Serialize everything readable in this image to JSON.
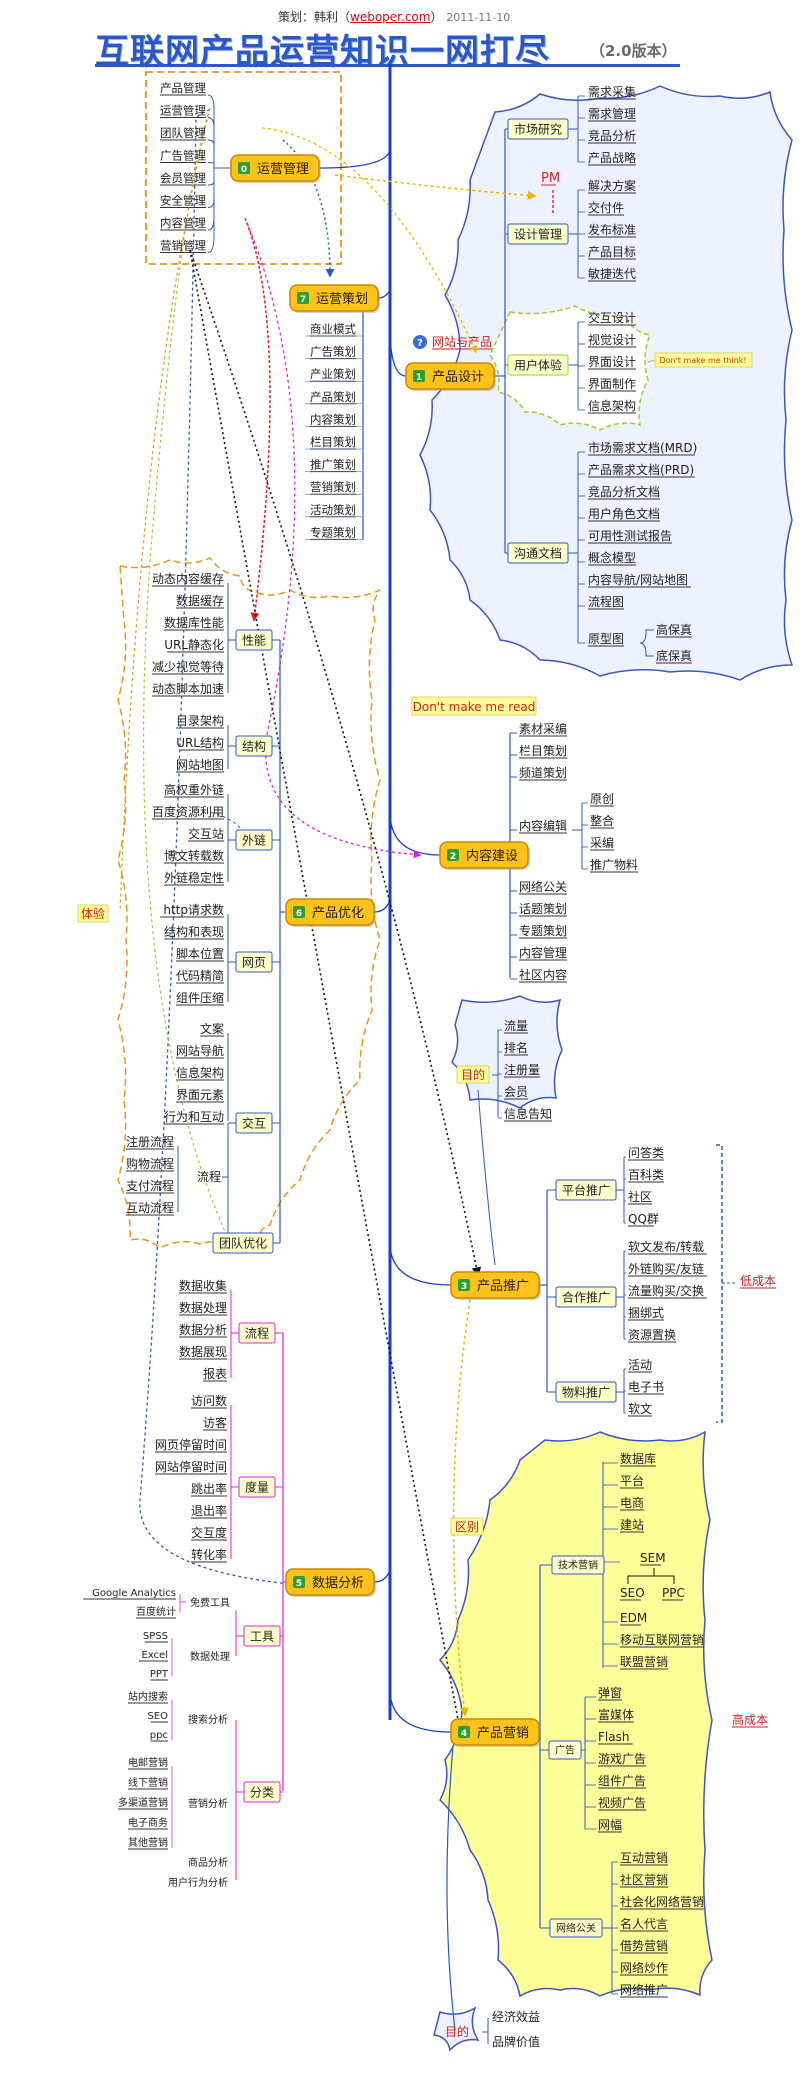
{
  "header": {
    "credit_prefix": "策划：韩利（",
    "site": "weboper.com",
    "credit_suffix": "）",
    "date": "2011-11-10",
    "title": "互联网产品运营知识一网打尽",
    "version": "（2.0版本）"
  },
  "main": [
    {
      "id": "m0",
      "num": "0",
      "label": "运营管理"
    },
    {
      "id": "m7",
      "num": "7",
      "label": "运营策划"
    },
    {
      "id": "m1",
      "num": "1",
      "label": "产品设计"
    },
    {
      "id": "m2",
      "num": "2",
      "label": "内容建设"
    },
    {
      "id": "m6",
      "num": "6",
      "label": "产品优化"
    },
    {
      "id": "m3",
      "num": "3",
      "label": "产品推广"
    },
    {
      "id": "m5",
      "num": "5",
      "label": "数据分析"
    },
    {
      "id": "m4",
      "num": "4",
      "label": "产品营销"
    }
  ],
  "ops_mgmt_items": [
    "产品管理",
    "运营管理",
    "团队管理",
    "广告管理",
    "会员管理",
    "安全管理",
    "内容管理",
    "营销管理"
  ],
  "ops_plan_items": [
    "商业模式",
    "广告策划",
    "产业策划",
    "产品策划",
    "内容策划",
    "栏目策划",
    "推广策划",
    "营销策划",
    "活动策划",
    "专题策划"
  ],
  "product_design": {
    "intro": "网站与产品",
    "pm": "PM",
    "dont": "Don't make me think!",
    "groups": [
      {
        "label": "市场研究",
        "items": [
          "需求采集",
          "需求管理",
          "竞品分析",
          "产品战略"
        ]
      },
      {
        "label": "设计管理",
        "items": [
          "解决方案",
          "交付件",
          "发布标准",
          "产品目标",
          "敏捷迭代"
        ]
      },
      {
        "label": "用户体验",
        "items": [
          "交互设计",
          "视觉设计",
          "界面设计",
          "界面制作",
          "信息架构"
        ]
      },
      {
        "label": "沟通文档",
        "items": [
          "市场需求文档(MRD)",
          "产品需求文档(PRD)",
          "竞品分析文档",
          "用户角色文档",
          "可用性测试报告",
          "概念模型",
          "内容导航/网站地图",
          "流程图",
          "原型图"
        ]
      }
    ],
    "prototype": [
      "高保真",
      "底保真"
    ]
  },
  "content": {
    "note": "Don't make me read",
    "items_top": [
      "素材采编",
      "栏目策划",
      "频道策划"
    ],
    "edit": "内容编辑",
    "edit_items": [
      "原创",
      "整合",
      "采编",
      "推广物料"
    ],
    "items_bottom": [
      "网络公关",
      "话题策划",
      "专题策划",
      "内容管理",
      "社区内容"
    ]
  },
  "optimize": {
    "experience": "体验",
    "groups": [
      {
        "label": "性能",
        "items": [
          "动态内容缓存",
          "数据缓存",
          "数据库性能",
          "URL静态化",
          "减少视觉等待",
          "动态脚本加速"
        ]
      },
      {
        "label": "结构",
        "items": [
          "目录架构",
          "URL结构",
          "网站地图"
        ]
      },
      {
        "label": "外链",
        "items": [
          "高权重外链",
          "百度资源利用",
          "交互站",
          "博文转载数",
          "外链稳定性"
        ]
      },
      {
        "label": "网页",
        "items": [
          "http请求数",
          "结构和表现",
          "脚本位置",
          "代码精简",
          "组件压缩"
        ]
      },
      {
        "label": "交互",
        "items": [
          "文案",
          "网站导航",
          "信息架构",
          "界面元素",
          "行为和互动"
        ]
      }
    ],
    "flow": "流程",
    "flow_items": [
      "注册流程",
      "购物流程",
      "支付流程",
      "互动流程"
    ],
    "team": "团队优化"
  },
  "promotion": {
    "purpose": "目的",
    "purpose_items": [
      "流量",
      "排名",
      "注册量",
      "会员",
      "信息告知"
    ],
    "low_cost": "低成本",
    "groups": [
      {
        "label": "平台推广",
        "items": [
          "问答类",
          "百科类",
          "社区",
          "QQ群"
        ]
      },
      {
        "label": "合作推广",
        "items": [
          "软文发布/转载",
          "外链购买/友链",
          "流量购买/交换",
          "捆绑式",
          "资源置换"
        ]
      },
      {
        "label": "物料推广",
        "items": [
          "活动",
          "电子书",
          "软文"
        ]
      }
    ]
  },
  "data_analysis": {
    "groups": [
      {
        "label": "流程",
        "items": [
          "数据收集",
          "数据处理",
          "数据分析",
          "数据展现",
          "报表"
        ]
      },
      {
        "label": "度量",
        "items": [
          "访问数",
          "访客",
          "网页停留时间",
          "网站停留时间",
          "跳出率",
          "退出率",
          "交互度",
          "转化率"
        ]
      }
    ],
    "tools": "工具",
    "free_tools": "免费工具",
    "free_items": [
      "Google Analytics",
      "百度统计"
    ],
    "data_proc": "数据处理",
    "proc_items": [
      "SPSS",
      "Excel",
      "PPT"
    ],
    "category": "分类",
    "search_analysis": "搜索分析",
    "search_items": [
      "站内搜索",
      "SEO",
      "ppc"
    ],
    "marketing_analysis": "营销分析",
    "marketing_items": [
      "电邮营销",
      "线下营销",
      "多渠道营销",
      "电子商务",
      "其他营销"
    ],
    "goods_analysis": "商品分析",
    "behavior_analysis": "用户行为分析"
  },
  "marketing": {
    "difference": "区别",
    "high_cost": "高成本",
    "tech": "技术营销",
    "tech_items": [
      "数据库",
      "平台",
      "电商",
      "建站"
    ],
    "sem": "SEM",
    "sem_children": [
      "SEO",
      "PPC"
    ],
    "tech_items2": [
      "EDM",
      "移动互联网营销",
      "联盟营销"
    ],
    "ad": "广告",
    "ad_items": [
      "弹窗",
      "富媒体",
      "Flash",
      "游戏广告",
      "组件广告",
      "视频广告",
      "网幅"
    ],
    "pr": "网络公关",
    "pr_items": [
      "互动营销",
      "社区营销",
      "社会化网络营销",
      "名人代言",
      "借势营销",
      "网络炒作",
      "网络推广"
    ],
    "purpose": "目的",
    "purpose_items": [
      "经济效益",
      "品牌价值"
    ]
  },
  "colors": {
    "accent": "#2b58c8",
    "main_fill": "#ffc21a",
    "main_border": "#c88a00",
    "cloud_blue": "#eef2ff",
    "cloud_yellow": "#ffff99",
    "orange": "#f0921a",
    "magenta": "#e020e0",
    "green": "#9acd32"
  }
}
